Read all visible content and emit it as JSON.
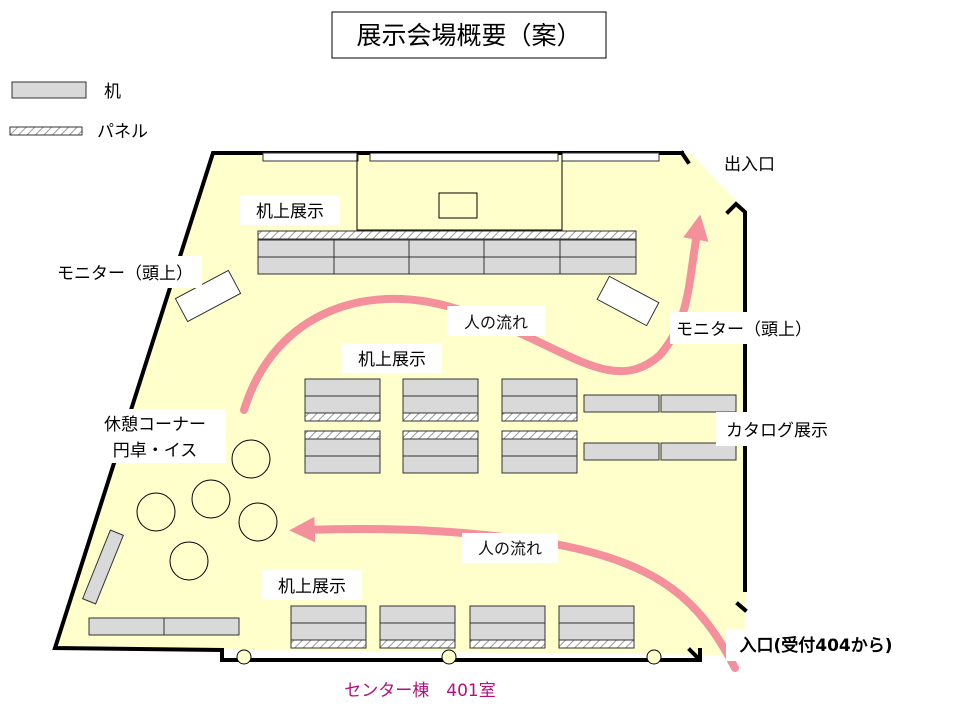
{
  "title": "展示会場概要（案）",
  "legend": {
    "desk_label": "机",
    "panel_label": "パネル"
  },
  "labels": {
    "exit_entrance": "出入口",
    "desk_display_top": "机上展示",
    "desk_display_middle": "机上展示",
    "desk_display_bottom": "机上展示",
    "monitor_left": "モニター（頭上）",
    "monitor_right": "モニター（頭上）",
    "people_flow_upper": "人の流れ",
    "people_flow_lower": "人の流れ",
    "rest_corner_line1": "休憩コーナー",
    "rest_corner_line2": "円卓・イス",
    "catalog_display": "カタログ展示",
    "entrance": "入口(受付404から)",
    "room_name": "センター棟　401室"
  },
  "colors": {
    "floor": "#ffffcc",
    "desk": "#d9d9d9",
    "flow_arrow": "#f4909c",
    "room_name": "#b0127f"
  }
}
